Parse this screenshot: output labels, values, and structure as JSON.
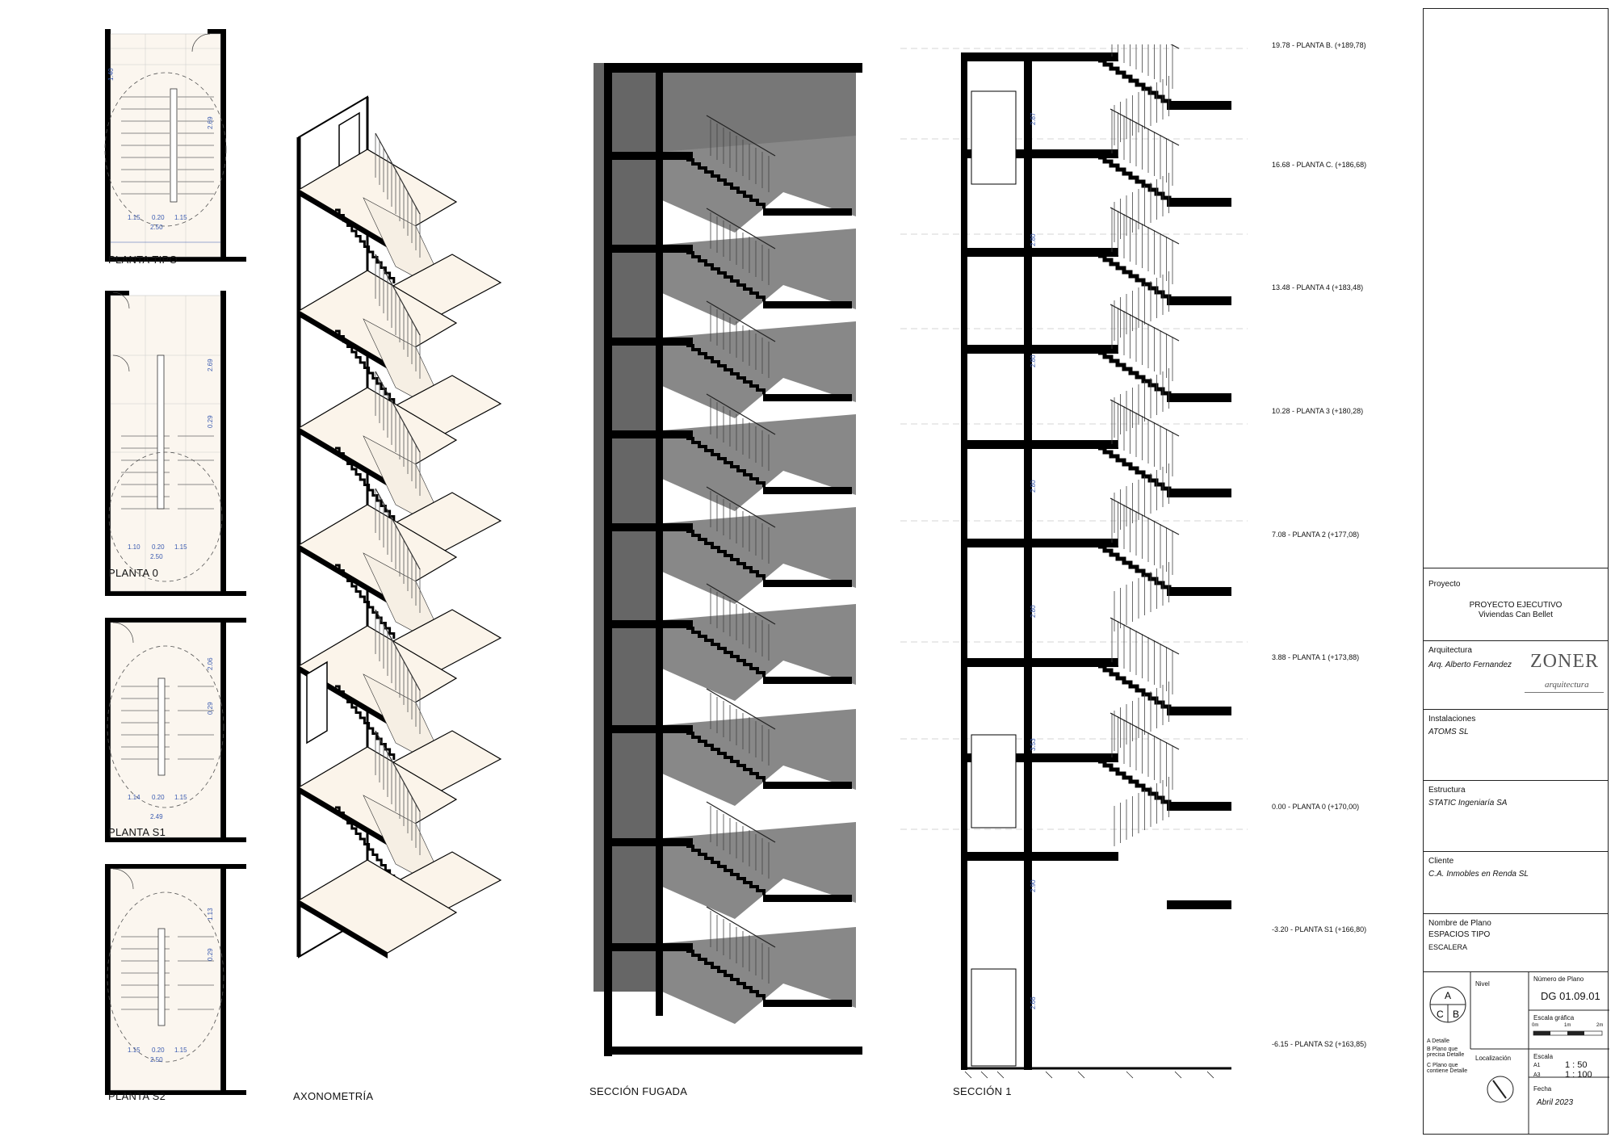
{
  "drawing_labels": {
    "planta_tipo": "PLANTA TIPO",
    "planta_0": "PLANTA 0",
    "planta_s1": "PLANTA S1",
    "planta_s2": "PLANTA S2",
    "axonometria": "AXONOMETRÍA",
    "seccion_fugada": "SECCIÓN FUGADA",
    "seccion_1": "SECCIÓN 1"
  },
  "plan_dims": {
    "tipo": [
      "1.15",
      "0.20",
      "1.15",
      "2.50",
      "1.40",
      "2.69"
    ],
    "p0": [
      "1.10",
      "0.20",
      "1.15",
      "2.50",
      "2.69",
      "0.29"
    ],
    "s1": [
      "1.14",
      "0.20",
      "1.15",
      "2.49",
      "2.06",
      "0.29"
    ],
    "s2": [
      "1.15",
      "0.20",
      "1.15",
      "2.50",
      "1.13",
      "0.29"
    ]
  },
  "levels": [
    {
      "label": "19.78 - PLANTA B. (+189,78)"
    },
    {
      "label": "16.68 - PLANTA C. (+186,68)"
    },
    {
      "label": "13.48 - PLANTA 4 (+183,48)"
    },
    {
      "label": "10.28 - PLANTA 3 (+180,28)"
    },
    {
      "label": "7.08 - PLANTA 2 (+177,08)"
    },
    {
      "label": "3.88 - PLANTA 1 (+173,88)"
    },
    {
      "label": "0.00 - PLANTA 0 (+170,00)"
    },
    {
      "label": "-3.20 - PLANTA S1 (+166,80)"
    },
    {
      "label": "-6.15 - PLANTA S2 (+163,85)"
    }
  ],
  "section_dims": [
    "2.87",
    "2.80",
    "2.80",
    "2.80",
    "2.80",
    "3.53",
    "2.90",
    "2.66"
  ],
  "title_block": {
    "proyecto_caption": "Proyecto",
    "proyecto_line1": "PROYECTO EJECUTIVO",
    "proyecto_line2": "Viviendas Can Bellet",
    "arquitectura_caption": "Arquitectura",
    "arquitectura_value": "Arq. Alberto Fernandez",
    "logo_text": "ZONER",
    "logo_sub": "arquitectura",
    "instalaciones_caption": "Instalaciones",
    "instalaciones_value": "ATOMS SL",
    "estructura_caption": "Estructura",
    "estructura_value": "STATIC Ingeniaría SA",
    "cliente_caption": "Cliente",
    "cliente_value": "C.A. Inmobles en Renda SL",
    "nombre_caption": "Nombre de Plano",
    "nombre_value1": "ESPACIOS TIPO",
    "nombre_value2": "ESCALERA",
    "nivel_caption": "Nivel",
    "numero_caption": "Número de Plano",
    "numero_value": "DG 01.09.01",
    "escala_grafica_caption": "Escala gráfica",
    "escala_grafica_ticks": [
      "0m",
      "1m",
      "2m"
    ],
    "legend_a": "A Detalle",
    "legend_b": "B Plano que precisa Detalle",
    "legend_c": "C Plano que contiene Detalle",
    "localizacion_caption": "Localización",
    "escala_caption": "Escala",
    "escala_a1_label": "A1",
    "escala_a1_value": "1 : 50",
    "escala_a3_label": "A3",
    "escala_a3_value": "1 : 100",
    "fecha_caption": "Fecha",
    "fecha_value": "Abril 2023",
    "detail_letters": [
      "A",
      "C",
      "B"
    ]
  }
}
